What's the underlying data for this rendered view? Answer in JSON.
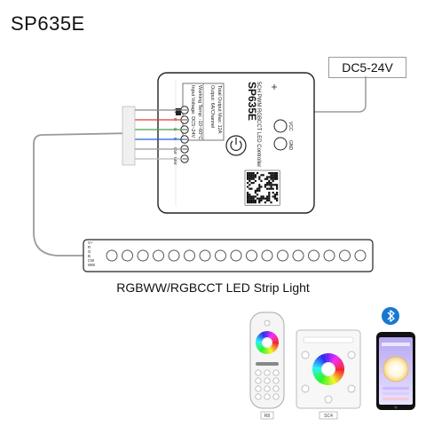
{
  "title": "SP635E",
  "power_label": "DC5-24V",
  "strip_caption": "RGBWW/RGBCCT LED Strip Light",
  "controller": {
    "model": "SP635E",
    "subtitle": "5CH PWM RGBCCT LED Controller",
    "spec_left": [
      "Input Voltage: DC5~24V",
      "Working Temp: -10~60°C"
    ],
    "spec_right": [
      "Output: 6A/Channel",
      "Total Output Max: 12A"
    ],
    "channel_labels": [
      "V+",
      "R",
      "G",
      "B",
      "CW",
      "WW"
    ],
    "power_labels": [
      "VCC",
      "GND"
    ]
  },
  "strip_labels": [
    "V+",
    "R",
    "G",
    "B",
    "CW",
    "WW"
  ],
  "remotes": [
    {
      "label": "R8"
    },
    {
      "label": "SC4"
    }
  ],
  "colors": {
    "red": "#e53935",
    "green": "#43a047",
    "blue": "#1e63d6",
    "white": "#cccccc",
    "bluetooth": "#1877d2"
  }
}
